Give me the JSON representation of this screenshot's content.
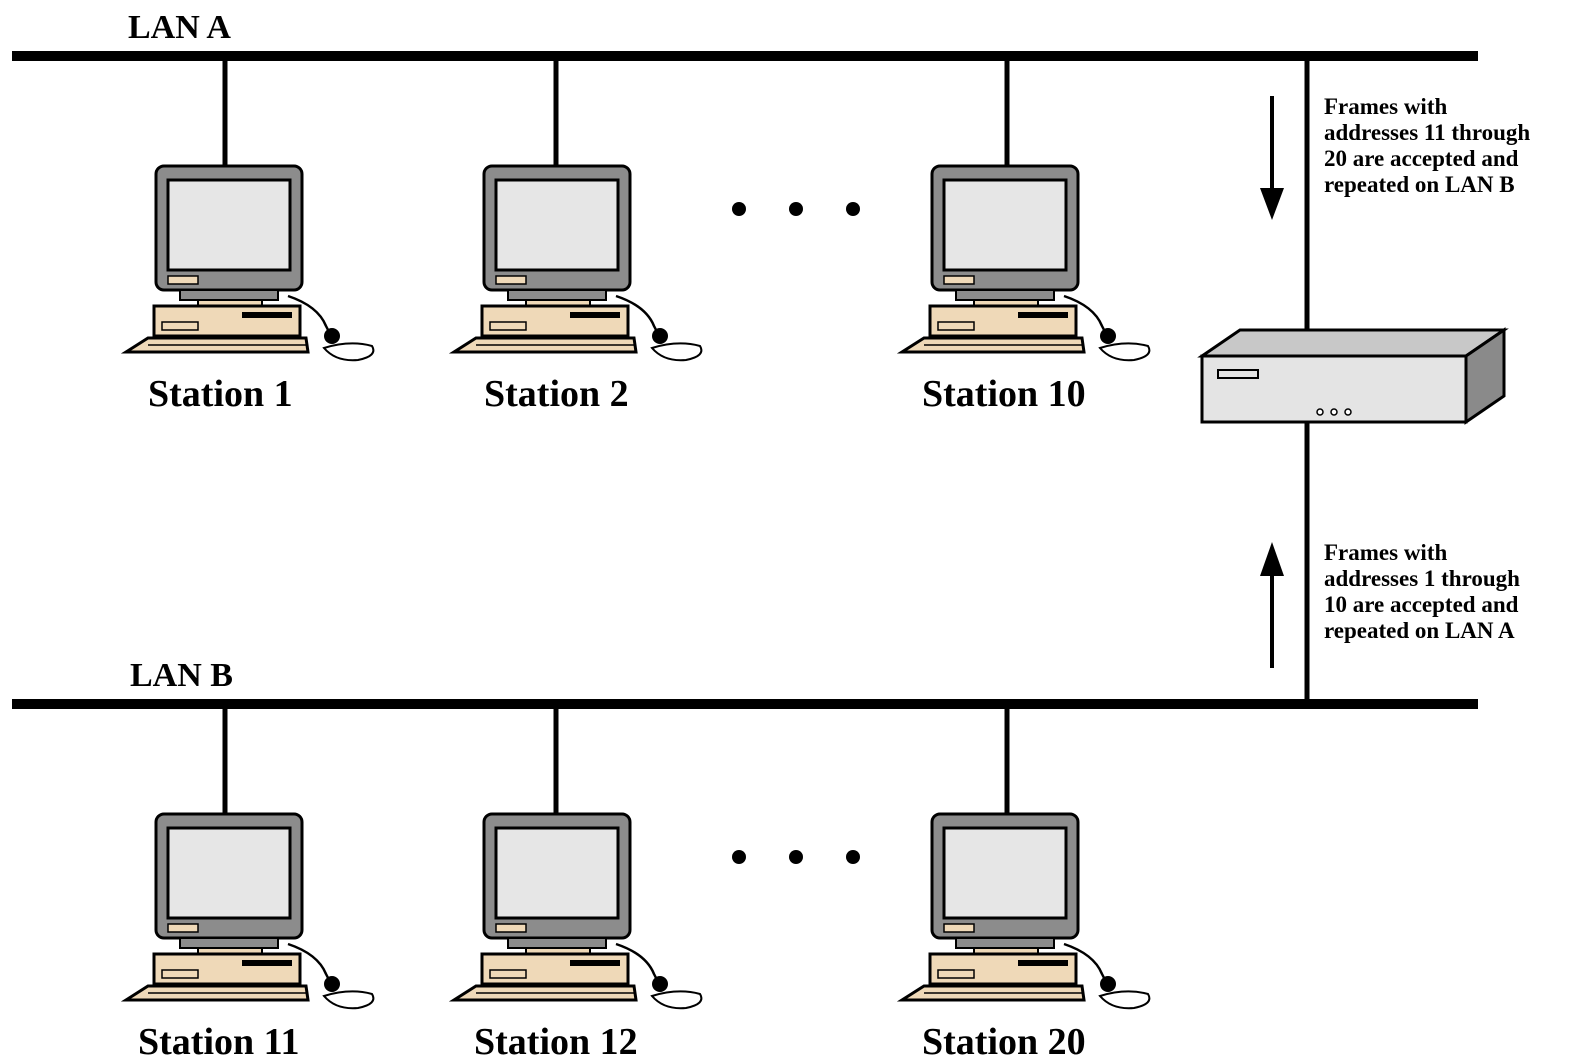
{
  "lan_a": {
    "label": "LAN A",
    "stations": [
      "Station 1",
      "Station 2",
      "Station 10"
    ]
  },
  "lan_b": {
    "label": "LAN B",
    "stations": [
      "Station 11",
      "Station 12",
      "Station 20"
    ]
  },
  "bridge": {
    "note_down": [
      "Frames with",
      "addresses 11 through",
      "20 are accepted and",
      "repeated on LAN B"
    ],
    "note_up": [
      "Frames with",
      "addresses 1 through",
      "10 are accepted and",
      "repeated on LAN A"
    ]
  },
  "colors": {
    "monitor_frame": "#8c8c8c",
    "screen": "#e6e6e6",
    "base": "#efd9b8",
    "bridge_face": "#e4e4e4",
    "bridge_top": "#c8c8c8",
    "bridge_side": "#8a8a8a"
  }
}
